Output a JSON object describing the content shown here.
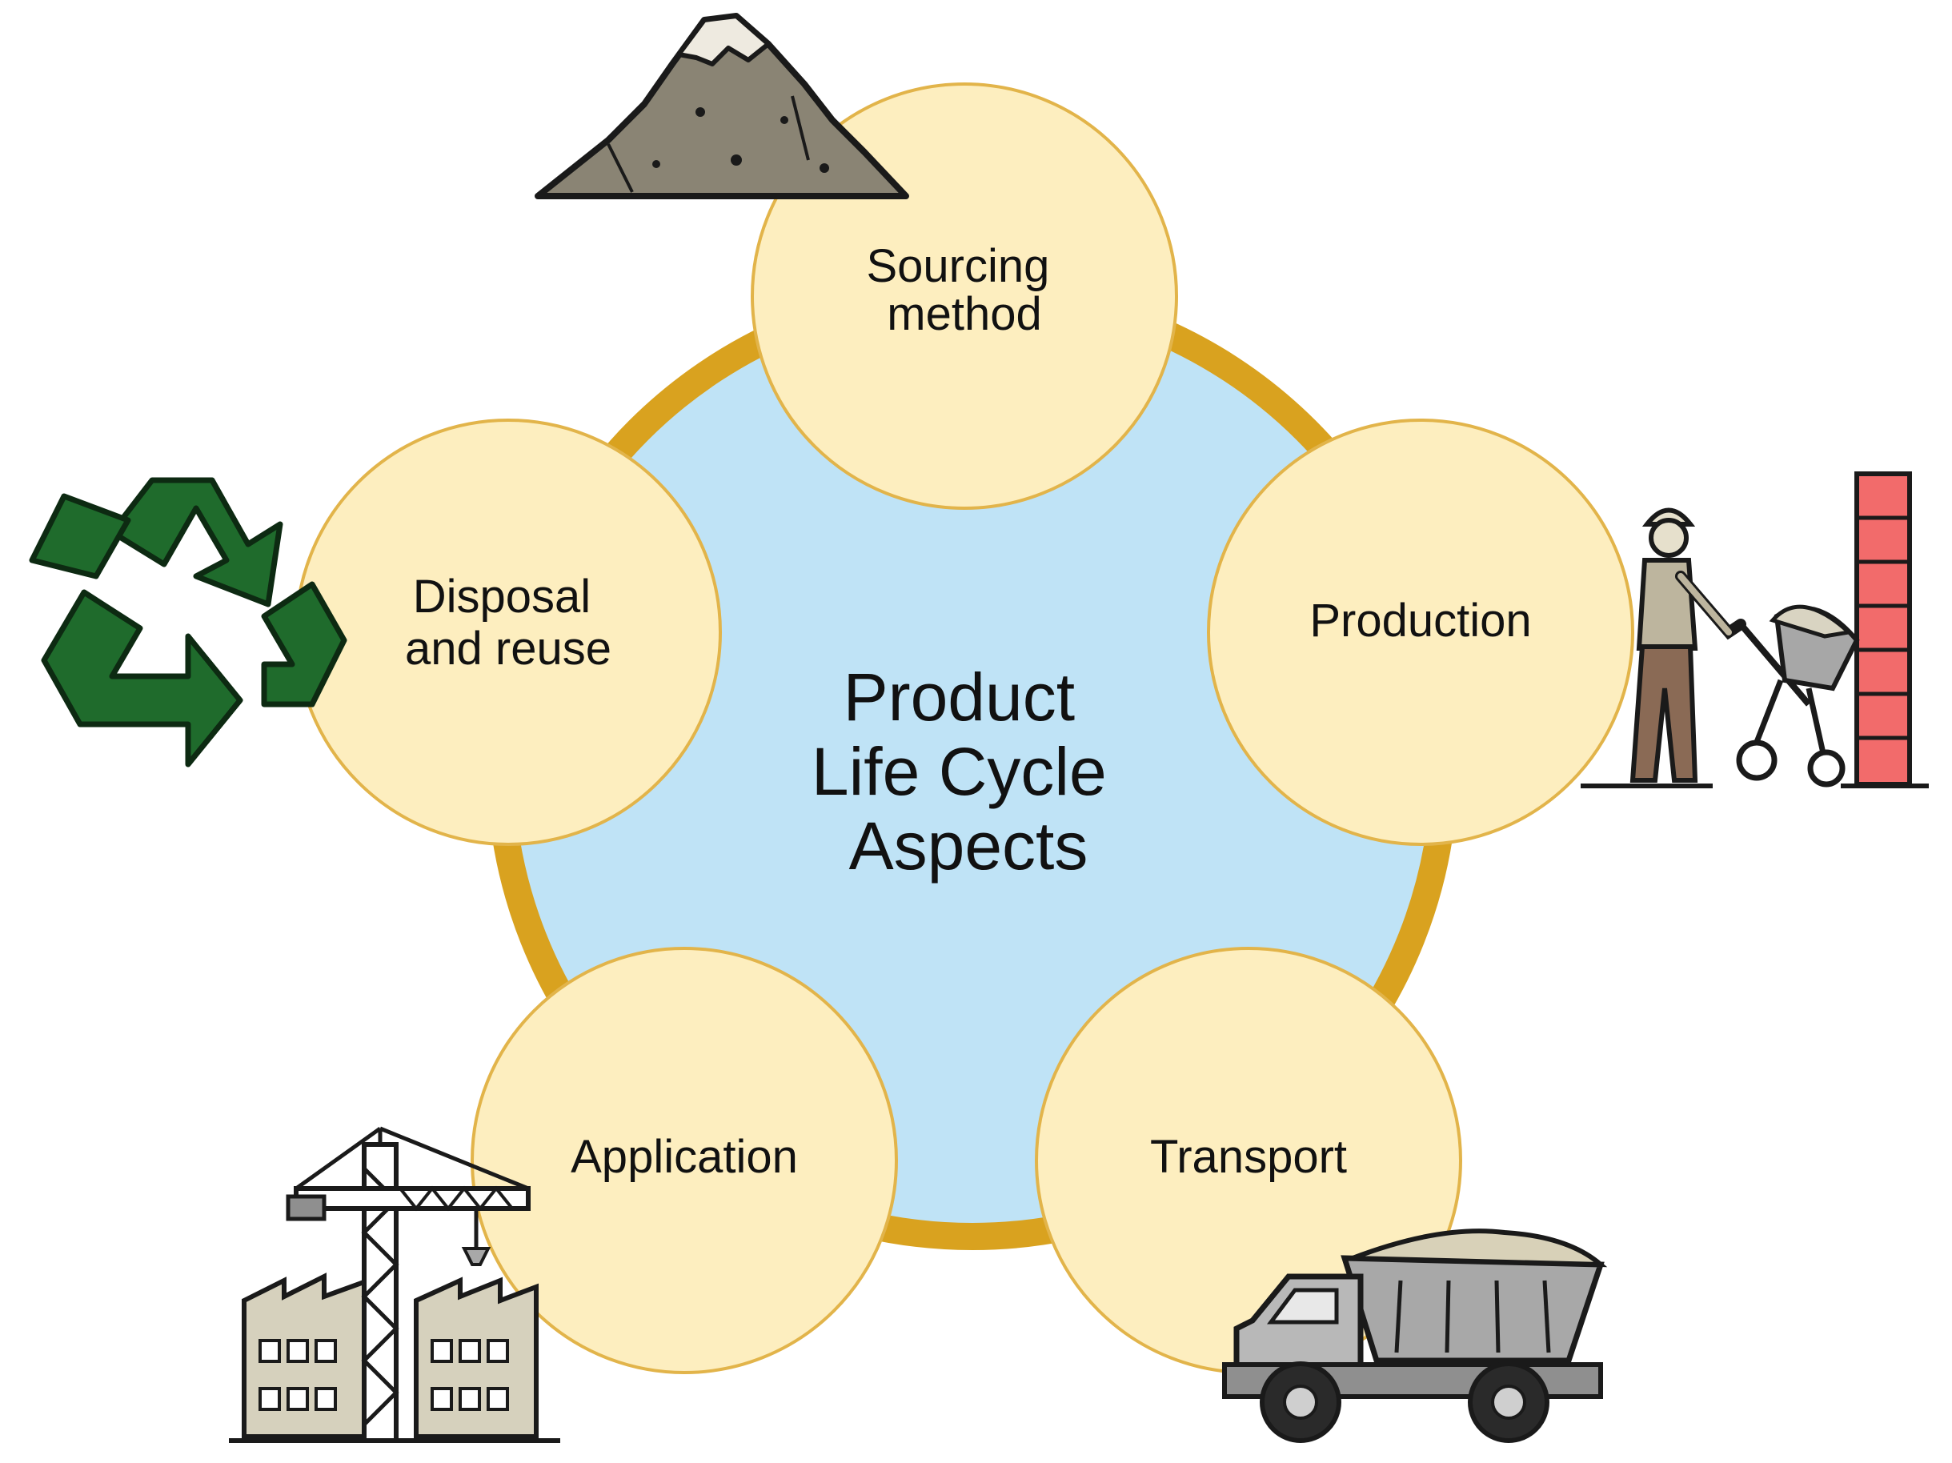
{
  "center": {
    "lines": [
      "Product",
      "Life Cycle",
      "Aspects"
    ]
  },
  "nodes": [
    {
      "id": "sourcing",
      "lines": [
        "Sourcing",
        "method"
      ],
      "icon": "mountain-icon"
    },
    {
      "id": "production",
      "lines": [
        "Production"
      ],
      "icon": "worker-wheelbarrow-icon"
    },
    {
      "id": "transport",
      "lines": [
        "Transport"
      ],
      "icon": "dump-truck-icon"
    },
    {
      "id": "application",
      "lines": [
        "Application"
      ],
      "icon": "construction-crane-icon"
    },
    {
      "id": "disposal",
      "lines": [
        "Disposal",
        "and reuse"
      ],
      "icon": "recycle-icon"
    }
  ],
  "colors": {
    "ring": "#d9a21f",
    "center_fill": "#bfe3f6",
    "node_fill": "#fdeebf",
    "node_stroke": "#e2b44a",
    "recycle": "#1f6b2c",
    "bricks": "#f26b6b"
  }
}
